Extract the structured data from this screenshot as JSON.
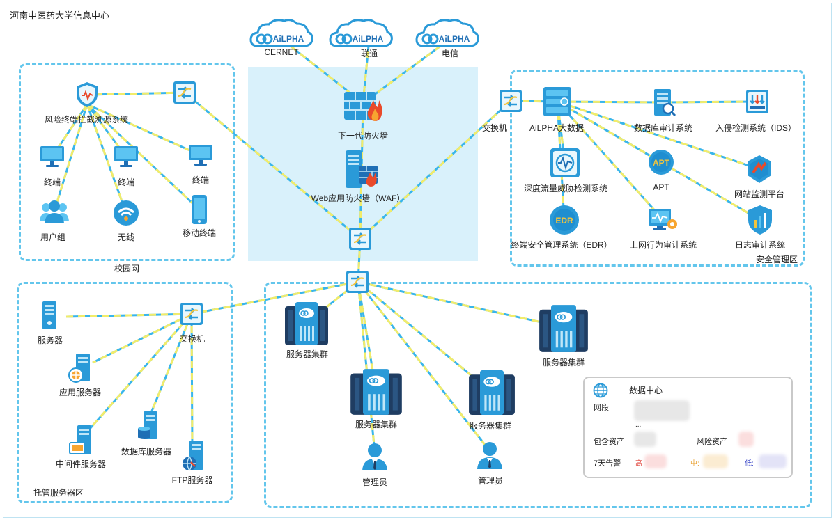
{
  "title": "河南中医药大学信息中心",
  "zones": {
    "campus": "校园网",
    "security": "安全管理区",
    "hosting": "托管服务器区"
  },
  "isp": [
    {
      "logo": "AiLPHA",
      "name": "CERNET"
    },
    {
      "logo": "AiLPHA",
      "name": "联通"
    },
    {
      "logo": "AiLPHA",
      "name": "电信"
    }
  ],
  "dmz": {
    "ngfw": "下一代防火墙",
    "waf": "Web应用防火墙（WAF）"
  },
  "campus": {
    "edr_trace": "风险终端拦截溯源系统",
    "terminal_1": "终端",
    "terminal_2": "终端",
    "terminal_3": "终端",
    "user_group": "用户组",
    "wireless": "无线",
    "mobile": "移动终端"
  },
  "security": {
    "switch": "交换机",
    "bigdata": "AiLPHA大数据",
    "db_audit": "数据库审计系统",
    "ids": "入侵检测系统（IDS）",
    "deep_flow": "深度流量威胁检测系统",
    "apt": "APT",
    "apt_badge": "APT",
    "web_monitor": "网站监测平台",
    "edr": "终端安全管理系统（EDR）",
    "edr_badge": "EDR",
    "net_audit": "上网行为审计系统",
    "log_audit": "日志审计系统"
  },
  "hosting": {
    "switch": "交换机",
    "server": "服务器",
    "app_server": "应用服务器",
    "middleware": "中间件服务器",
    "db_server": "数据库服务器",
    "ftp_server": "FTP服务器"
  },
  "datacenter": {
    "cluster_1": "服务器集群",
    "cluster_2": "服务器集群",
    "cluster_3": "服务器集群",
    "cluster_4": "服务器集群",
    "admin_1": "管理员",
    "admin_2": "管理员"
  },
  "panel": {
    "title": "数据中心",
    "segment_label": "网段",
    "ellipsis": "...",
    "assets_label": "包含资产",
    "risk_label": "风险资产",
    "alerts_label": "7天告警",
    "high": "高",
    "mid": "中:",
    "low": "低:"
  },
  "colors": {
    "link_blue": "#39b5ea",
    "link_yellow": "#f2ec6a",
    "zone_border": "#63c6ec",
    "dmz_bg": "#d9f1fb",
    "server_dark": "#1f3d62",
    "icon_blue": "#2a9ad8"
  }
}
